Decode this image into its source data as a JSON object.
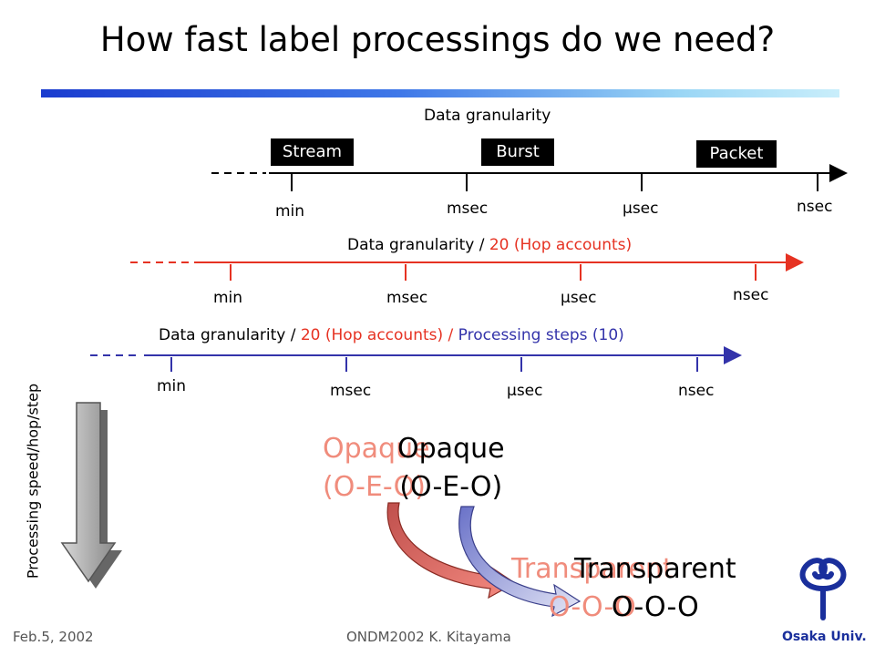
{
  "title": "How fast label processings do we need?",
  "row1": {
    "heading": "Data granularity",
    "boxes": [
      "Stream",
      "Burst",
      "Packet"
    ],
    "ticks": [
      "min",
      "msec",
      "µsec",
      "nsec"
    ]
  },
  "row2": {
    "heading_prefix": "Data granularity / ",
    "heading_red": "20 (Hop accounts)",
    "ticks": [
      "min",
      "msec",
      "µsec",
      "nsec"
    ]
  },
  "row3": {
    "heading_prefix": "Data granularity / ",
    "heading_red": "20 (Hop accounts) / ",
    "heading_blue": "Processing steps (10)",
    "ticks": [
      "min",
      "msec",
      "µsec",
      "nsec"
    ]
  },
  "side_label": "Processing speed/hop/step",
  "opaque": {
    "line1": "Opaque",
    "line2": "(O-E-O)"
  },
  "transparent": {
    "line1": "Transparent",
    "line2": "O-O-O"
  },
  "footer": {
    "date": "Feb.5, 2002",
    "center": "ONDM2002  K. Kitayama"
  },
  "logo": {
    "text": "Osaka Univ."
  },
  "colors": {
    "row1_axis": "#000000",
    "row2_axis": "#e63222",
    "row3_axis": "#3333aa",
    "opaque_ghost": "#f08c7c",
    "accent_blue": "#1a3ccf"
  }
}
